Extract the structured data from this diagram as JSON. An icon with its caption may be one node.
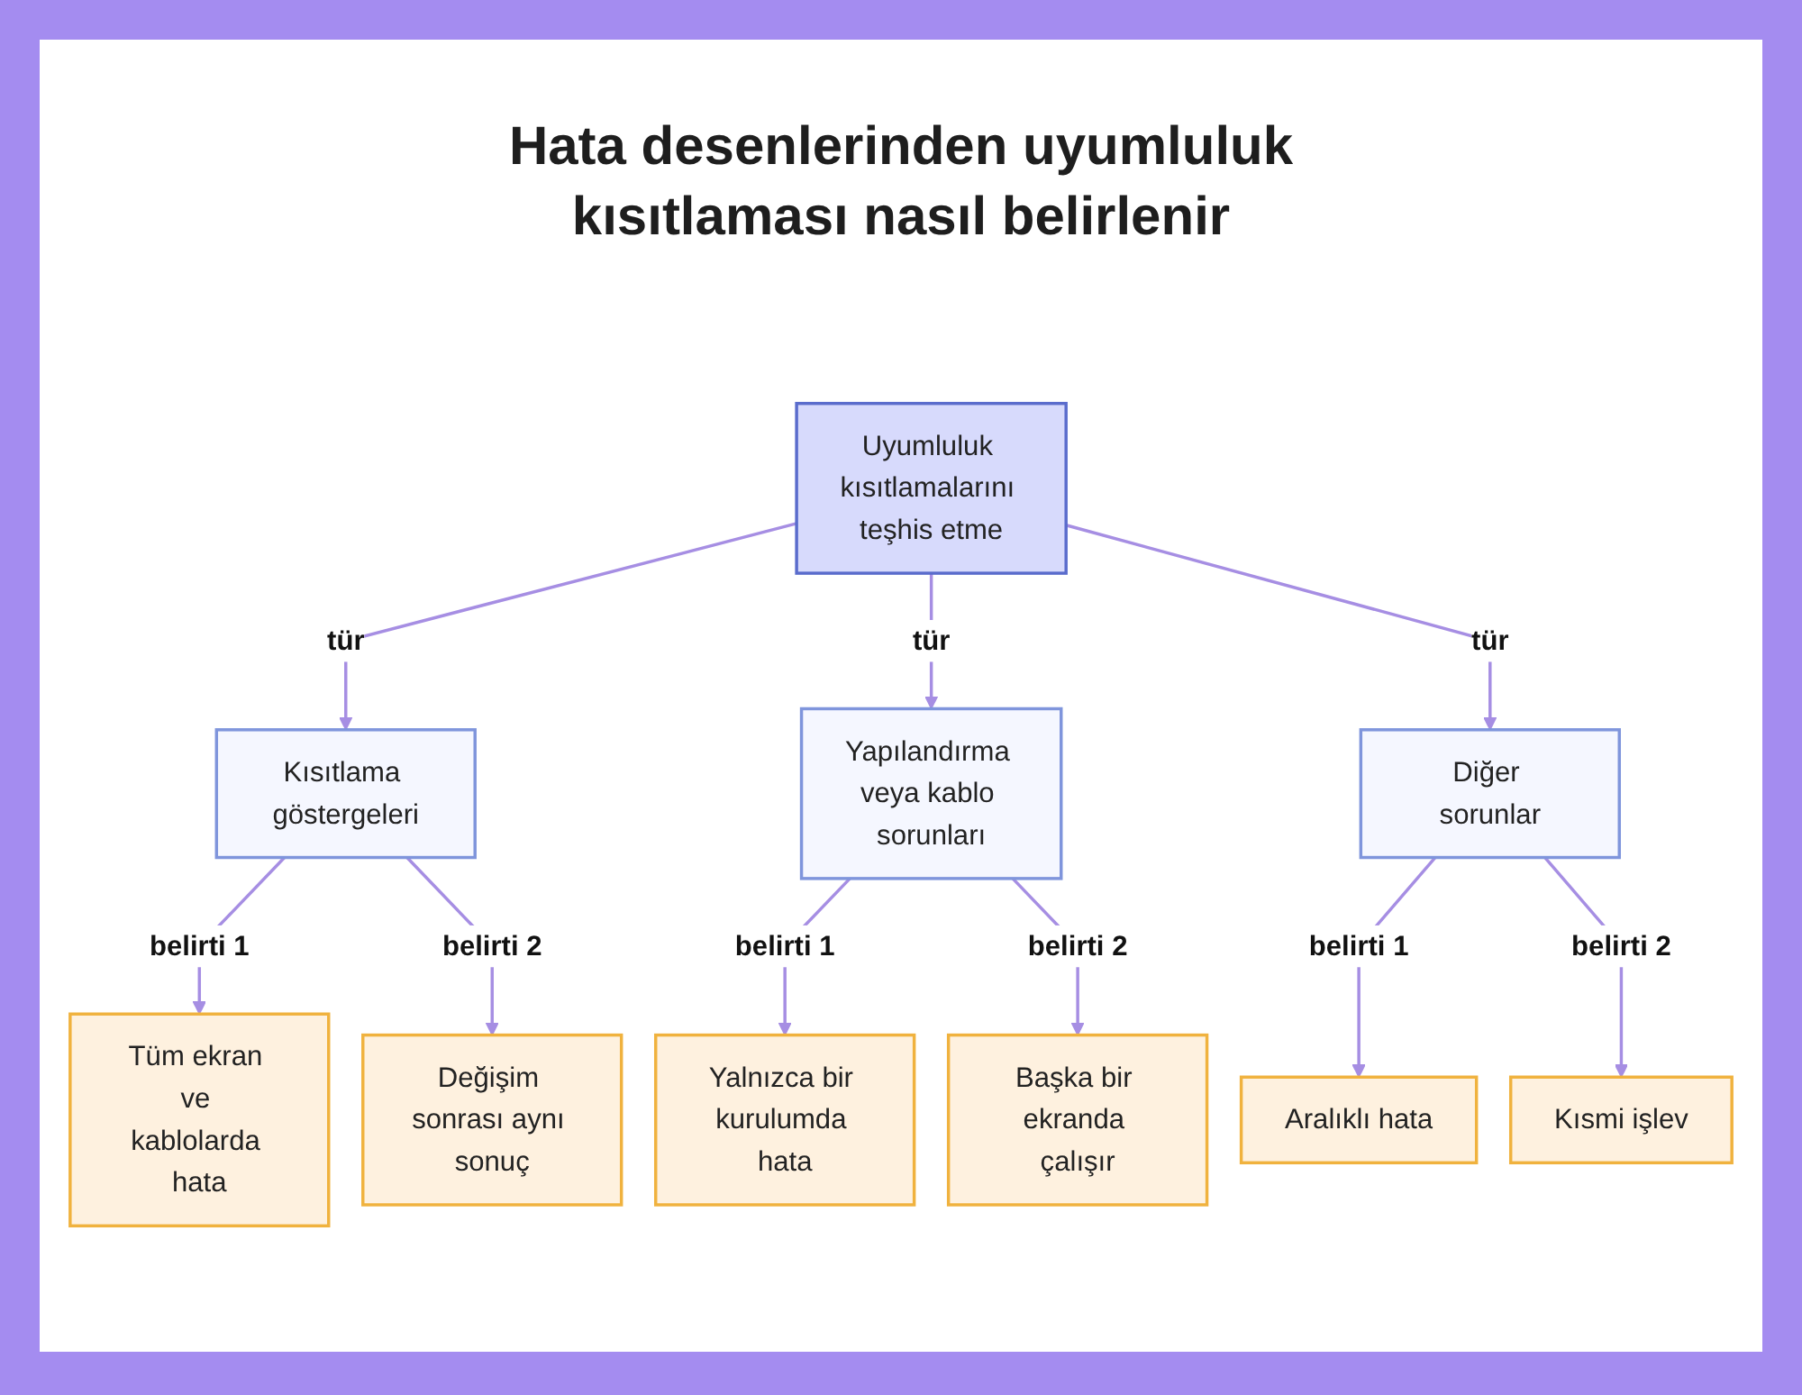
{
  "diagram": {
    "title": "Hata desenlerinden uyumluluk kısıtlaması nasıl belirlenir",
    "nodes": [
      {
        "text": [
          "Uyumluluk kısıtlamalarını teşhis etme"
        ]
      },
      {
        "text": [
          "Kısıtlama göstergeleri"
        ]
      },
      {
        "text": [
          "Yapılandırma veya kablo sorunları"
        ]
      },
      {
        "text": [
          "Diğer sorunlar"
        ]
      },
      {
        "text": [
          "Tüm ekran ve kablolarda hata"
        ]
      },
      {
        "text": [
          "Değişim sonrası aynı sonuç"
        ]
      },
      {
        "text": [
          "Yalnızca bir kurulumda hata"
        ]
      },
      {
        "text": [
          "Başka bir ekranda çalışır"
        ]
      },
      {
        "text": [
          "Aralıklı hata"
        ]
      },
      {
        "text": [
          "Kısmi işlev"
        ]
      }
    ],
    "edges": [
      {
        "from": 0,
        "to": 1,
        "arrow": "to",
        "label": "tür"
      },
      {
        "from": 0,
        "to": 2,
        "arrow": "to",
        "label": "tür"
      },
      {
        "from": 0,
        "to": 3,
        "arrow": "to",
        "label": "tür"
      },
      {
        "from": 1,
        "to": 4,
        "arrow": "to",
        "label": "belirti 1"
      },
      {
        "from": 1,
        "to": 5,
        "arrow": "to",
        "label": "belirti 2"
      },
      {
        "from": 2,
        "to": 6,
        "arrow": "to",
        "label": "belirti 1"
      },
      {
        "from": 2,
        "to": 7,
        "arrow": "to",
        "label": "belirti 2"
      },
      {
        "from": 3,
        "to": 8,
        "arrow": "to",
        "label": "belirti 1"
      },
      {
        "from": 3,
        "to": 9,
        "arrow": "to",
        "label": "belirti 2"
      }
    ]
  }
}
